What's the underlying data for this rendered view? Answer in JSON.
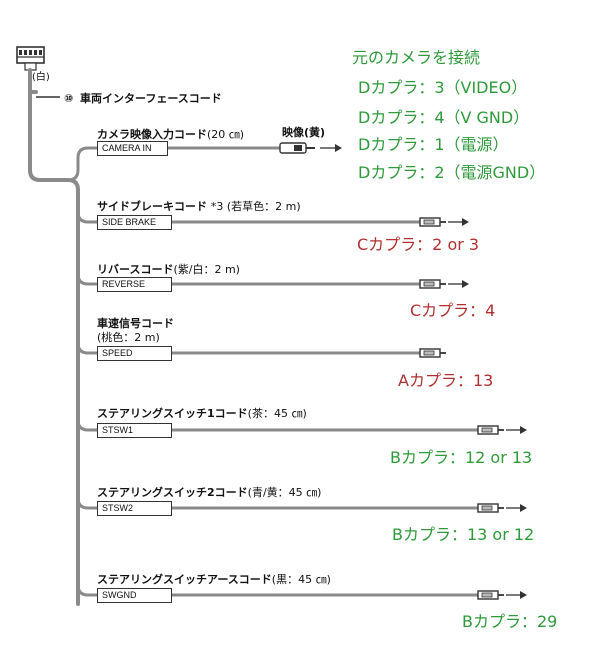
{
  "colors": {
    "wire": "#8a8a8a",
    "green_note": "#2e9a3a",
    "red_note": "#b0302f",
    "outline": "#333333"
  },
  "connector": {
    "icon": "harness-connector-icon",
    "color_label": "(白)",
    "number": "⑩",
    "title": "車両インターフェースコード"
  },
  "camera_note": {
    "heading": "元のカメラを接続",
    "lines": [
      "Dカプラ：3（VIDEO）",
      "Dカプラ：4（V GND）",
      "Dカプラ：1（電源）",
      "Dカプラ：2（電源GND）"
    ]
  },
  "cords": [
    {
      "name": "カメラ映像入力コード",
      "detail": "(20 ㎝)",
      "tag": "CAMERA IN",
      "end_label": "映像(黄)",
      "end_type": "rca-plug-icon",
      "note": ""
    },
    {
      "name": "サイドブレーキコード",
      "detail": "*3 (若草色：2 m)",
      "tag": "SIDE BRAKE",
      "end_label": "",
      "end_type": "terminal-icon",
      "note": "Cカプラ：2 or 3"
    },
    {
      "name": "リバースコード",
      "detail": "(紫/白：2 m)",
      "tag": "REVERSE",
      "end_label": "",
      "end_type": "terminal-icon",
      "note": "Cカプラ：4"
    },
    {
      "name": "車速信号コード",
      "detail": "(桃色：2 m)",
      "tag": "SPEED",
      "end_label": "",
      "end_type": "terminal-icon",
      "note": "Aカプラ：13"
    },
    {
      "name": "ステアリングスイッチ1コード",
      "detail": "(茶：45 ㎝)",
      "tag": "STSW1",
      "end_label": "",
      "end_type": "terminal-icon",
      "note": "Bカプラ：12 or 13"
    },
    {
      "name": "ステアリングスイッチ2コード",
      "detail": "(青/黄：45 ㎝)",
      "tag": "STSW2",
      "end_label": "",
      "end_type": "terminal-icon",
      "note": "Bカプラ：13 or 12"
    },
    {
      "name": "ステアリングスイッチアースコード",
      "detail": "(黒：45 ㎝)",
      "tag": "SWGND",
      "end_label": "",
      "end_type": "terminal-icon",
      "note": "Bカプラ：29"
    }
  ]
}
